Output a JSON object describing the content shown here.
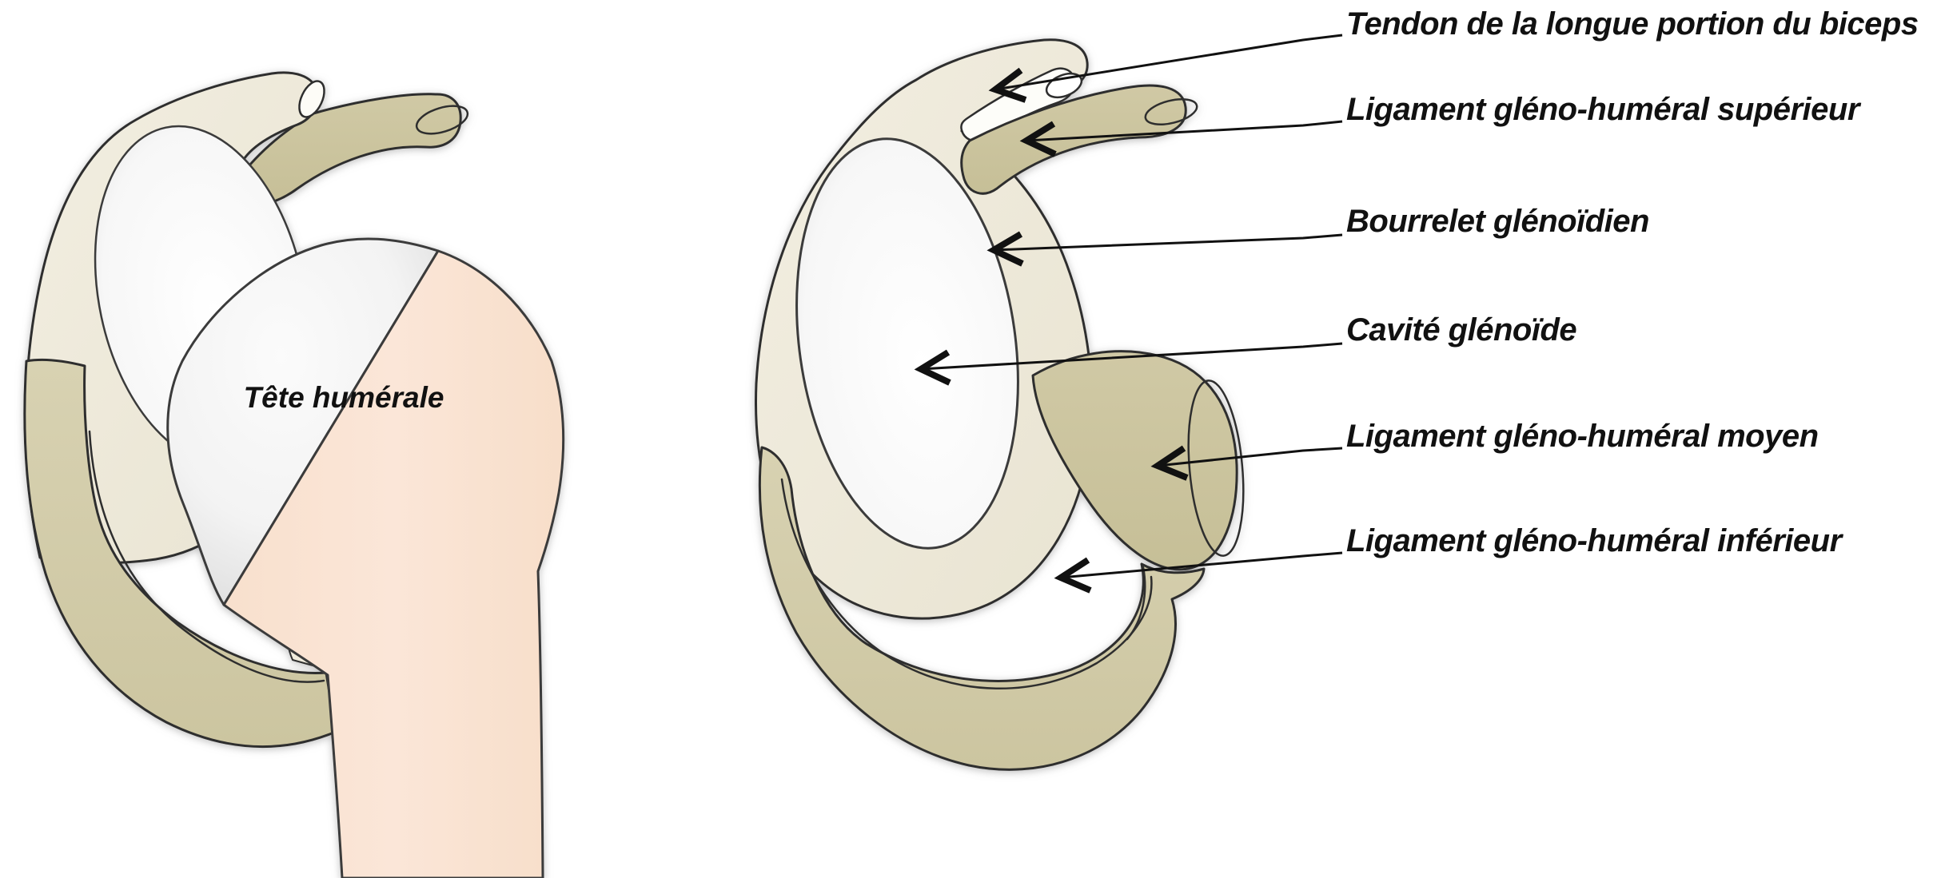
{
  "left_figure": {
    "label": "Tête humérale"
  },
  "right_figure": {
    "annotations": [
      "Tendon de la longue portion du biceps",
      "Ligament gléno-huméral supérieur",
      "Bourrelet glénoïdien",
      "Cavité glénoïde",
      "Ligament gléno-huméral moyen",
      "Ligament gléno-huméral inférieur"
    ]
  },
  "colors": {
    "bone_cream": "#EFEBDC",
    "ligament_khaki": "#CBC49B",
    "capsule_khaki": "#D3CCAA",
    "humerus_peach": "#FAE4D4",
    "cartilage_white": "#F6F6F6",
    "outline": "#2F2F2F",
    "label_text": "#111111",
    "background": "#FFFFFF"
  }
}
